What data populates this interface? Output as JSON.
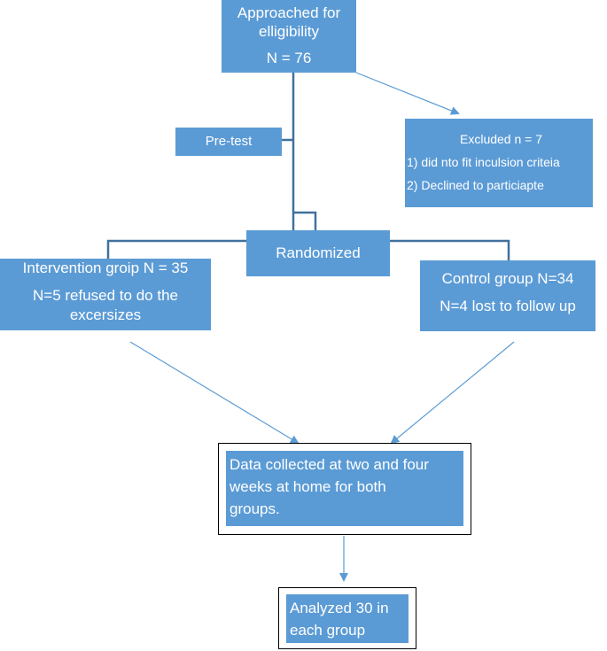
{
  "colors": {
    "box_fill": "#5b9bd5",
    "connector": "#41719c",
    "arrow": "#5b9bd5",
    "text": "#ffffff",
    "frame": "#000000"
  },
  "approached": {
    "lines": [
      "Approached for",
      "elligibility",
      "N = 76"
    ]
  },
  "pretest": {
    "label": "Pre-test"
  },
  "excluded": {
    "lines": [
      "Excluded n = 7",
      "1) did nto fit inculsion criteia",
      "2) Declined to particiapte"
    ]
  },
  "randomized": {
    "label": "Randomized"
  },
  "intervention": {
    "lines": [
      "Intervention groip N = 35",
      "N=5 refused to do the",
      "excersizes"
    ]
  },
  "control": {
    "lines": [
      "Control group N=34",
      "N=4 lost to follow up"
    ]
  },
  "data_collected": {
    "lines": [
      "Data collected at two and four",
      "weeks at home for both",
      "groups."
    ]
  },
  "analyzed": {
    "lines": [
      "Analyzed 30 in",
      "each group"
    ]
  }
}
